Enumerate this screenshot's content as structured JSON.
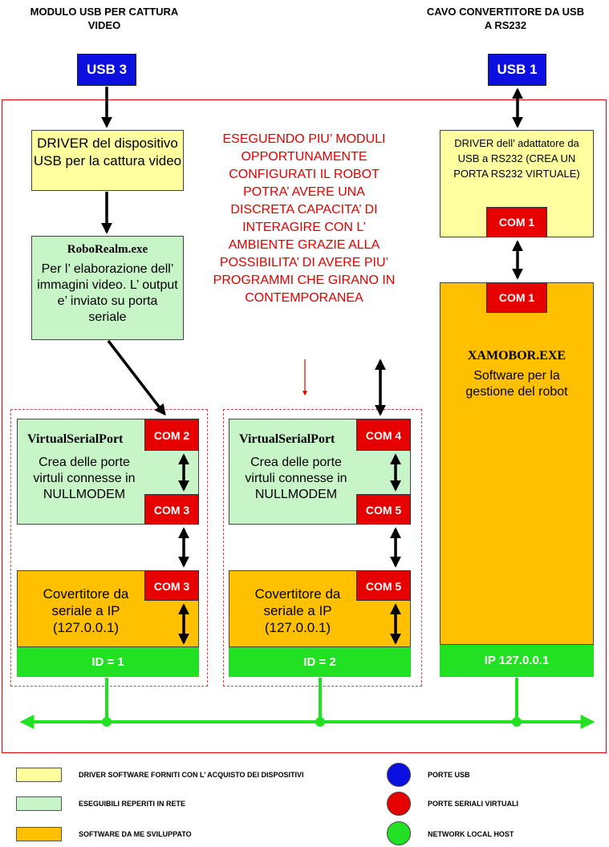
{
  "headers": {
    "left": "MODULO USB PER CATTURA VIDEO",
    "right": "CAVO CONVERTITORE DA USB A RS232"
  },
  "usb": {
    "left": "USB 3",
    "right": "USB 1"
  },
  "driver_video": "DRIVER del dispositivo USB per la cattura video",
  "driver_rs232": "DRIVER dell’ adattatore da USB a RS232 (CREA UN PORTA RS232 VIRTUALE)",
  "roborealm": {
    "title": "RoboRealm.exe",
    "desc": "Per l’ elaborazione dell’ immagini video. L’ output e’ inviato su porta seriale"
  },
  "note": "ESEGUENDO PIU’ MODULI OPPORTUNAMENTE CONFIGURATI IL ROBOT POTRA’ AVERE UNA DISCRETA CAPACITA’ DI INTERAGIRE CON L’ AMBIENTE GRAZIE ALLA POSSIBILITA’ DI AVERE PIU’ PROGRAMMI CHE GIRANO IN CONTEMPORANEA",
  "module1": {
    "vsp_title": "VirtualSerialPort",
    "vsp_desc": "Crea delle porte virtuli connesse in NULLMODEM",
    "com_a": "COM 2",
    "com_b": "COM 3",
    "conv_desc": "Covertitore da seriale a IP (127.0.0.1)",
    "conv_com": "COM 3",
    "id": "ID =  1"
  },
  "module2": {
    "vsp_title": "VirtualSerialPort",
    "vsp_desc": "Crea delle porte virtuli connesse in NULLMODEM",
    "com_a": "COM 4",
    "com_b": "COM 5",
    "conv_desc": "Covertitore da seriale a IP (127.0.0.1)",
    "conv_com": "COM 5",
    "id": "ID = 2"
  },
  "com1_driver": "COM 1",
  "xamobor": {
    "com": "COM 1",
    "title": "XAMOBOR.EXE",
    "desc": "Software per la gestione del robot",
    "ip": "IP 127.0.0.1"
  },
  "legend": {
    "yellow": "DRIVER SOFTWARE FORNITI CON L’ ACQUISTO DEI DISPOSITIVI",
    "green": "ESEGUIBILI REPERITI IN RETE",
    "orange": "SOFTWARE DA ME SVILUPPATO",
    "blue": "PORTE USB",
    "red": "PORTE SERIALI VIRTUALI",
    "netgreen": "NETWORK LOCAL HOST"
  },
  "colors": {
    "usb_blue": "#0b10e0",
    "com_red": "#e60000",
    "network_green": "#22e022",
    "driver_yellow": "#ffffa0",
    "exe_green": "#c8f5c8",
    "own_orange": "#ffc000",
    "frame_red": "#e00000"
  }
}
